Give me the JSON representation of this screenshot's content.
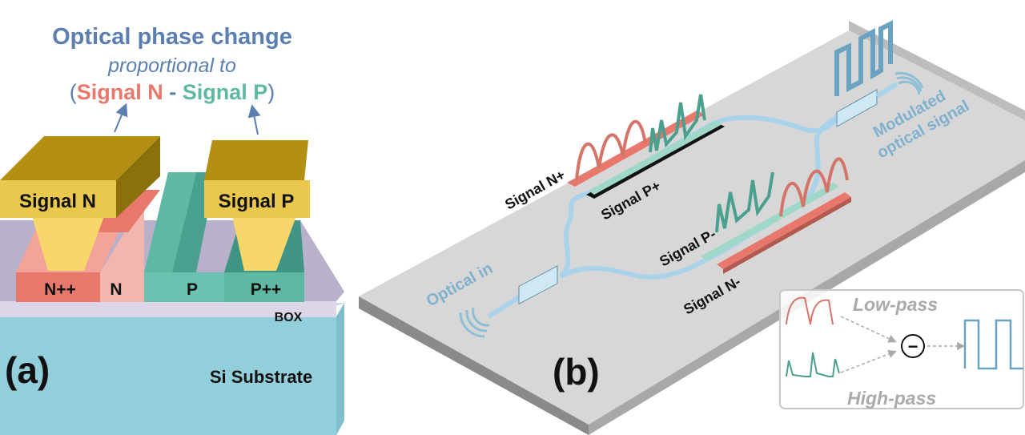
{
  "panel_a": {
    "title_line1": "Optical phase change",
    "title_line2": "proportional to",
    "title_open": "(",
    "title_signal_n": "Signal N",
    "title_minus": " - ",
    "title_signal_p": "Signal P",
    "title_close": ")",
    "electrode_n": "Signal N",
    "electrode_p": "Signal P",
    "region_npp": "N++",
    "region_n": "N",
    "region_p": "P",
    "region_ppp": "P++",
    "box_label": "BOX",
    "substrate_label": "Si Substrate",
    "panel_label": "(a)"
  },
  "panel_b": {
    "label_signal_n_plus": "Signal N+",
    "label_signal_p_plus": "Signal P+",
    "label_signal_p_minus": "Signal P-",
    "label_signal_n_minus": "Signal N-",
    "label_optical_in": "Optical in",
    "label_modulated_1": "Modulated",
    "label_modulated_2": "optical signal",
    "panel_label": "(b)",
    "inset": {
      "low_pass": "Low-pass",
      "high_pass": "High-pass",
      "minus_symbol": "−"
    }
  },
  "colors": {
    "title_blue": "#5b7fb0",
    "signal_n_red": "#e8786b",
    "signal_p_teal": "#5fb8a4",
    "gold": "#e2c04e",
    "substrate": "#93cedb",
    "waveguide": "#a9d3ea",
    "chip": "#d7d7d7"
  }
}
